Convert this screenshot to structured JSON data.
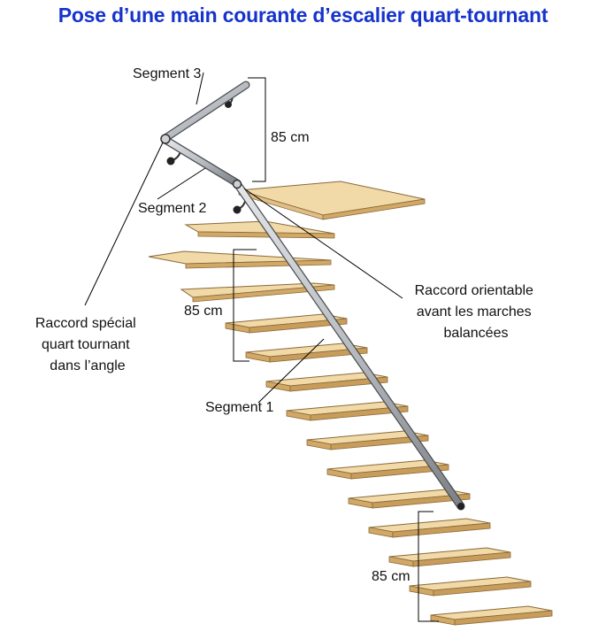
{
  "title": "Pose d’une main courante d’escalier quart-tournant",
  "labels": {
    "segment3": "Segment 3",
    "segment2": "Segment 2",
    "segment1": "Segment 1",
    "height_top": "85 cm",
    "height_mid": "85 cm",
    "height_bottom": "85 cm",
    "raccord_orientable": [
      "Raccord orientable",
      "avant les marches",
      "balancées"
    ],
    "raccord_special": [
      "Raccord spécial",
      "quart tournant",
      "dans l’angle"
    ]
  },
  "colors": {
    "title": "#1633cc",
    "tread_top": "#f1d9a8",
    "tread_edge": "#d1a866",
    "rail": "#b9bcc0",
    "rail_dark": "#6f7378",
    "line": "#000000"
  }
}
